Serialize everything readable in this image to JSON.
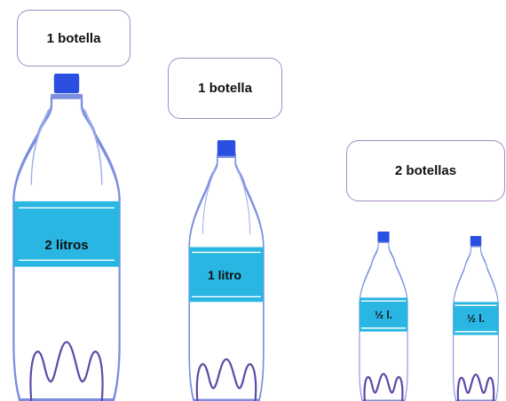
{
  "boxes": {
    "large": "1 botella",
    "medium": "1 botella",
    "small_pair": "2 botellas"
  },
  "bottle_labels": {
    "large": "2 litros",
    "medium": "1 litro",
    "small_left": "½ l.",
    "small_right": "½ l."
  },
  "colors": {
    "cap": "#2b4fe0",
    "label_band": "#29b6e3",
    "bottle_outline": "#7c8fe0",
    "bottle_feet": "#5e4aa8",
    "box_border": "#a48ac4"
  }
}
